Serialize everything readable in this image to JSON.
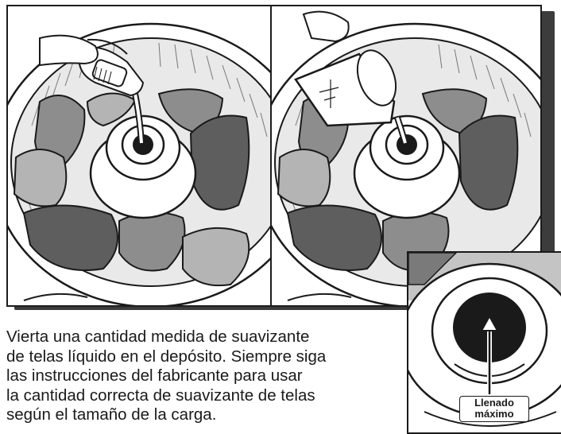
{
  "caption": "Vierta una cantidad medida de suavizante\nde telas líquido en el depósito. Siempre siga\nlas instrucciones del fabricante para usar\nla cantidad correcta de suavizante de telas\nsegún el tamaño de la carga.",
  "inset": {
    "label_line1": "Llenado",
    "label_line2": "máximo"
  },
  "colors": {
    "outline": "#1a1a1a",
    "dark_cloth": "#5e5e5e",
    "mid_cloth": "#8d8d8d",
    "light_cloth": "#b4b4b4",
    "tub": "#ffffff",
    "shadow": "#3c3c3c"
  },
  "icons": [
    "hand-pouring-bottle-icon",
    "measuring-cup-icon",
    "up-arrow-icon"
  ]
}
